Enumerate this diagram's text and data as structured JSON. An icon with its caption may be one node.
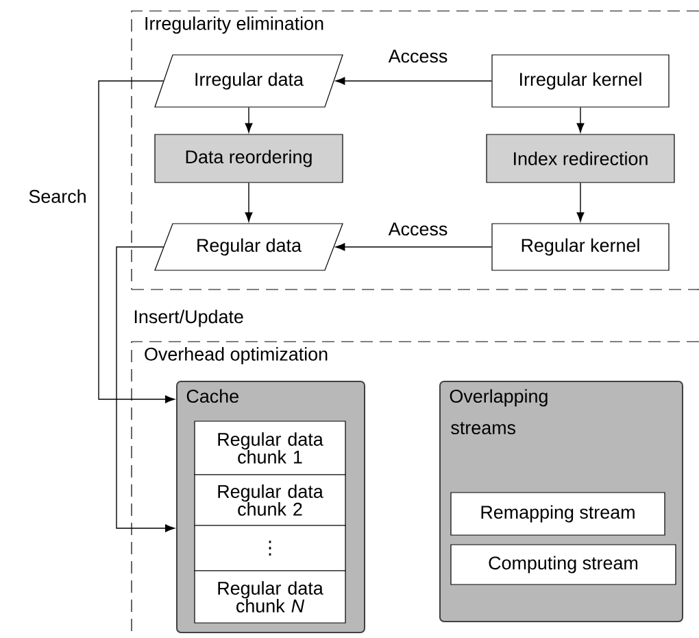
{
  "diagram": {
    "nodes": [
      {
        "text": [
          "Irregularity elimination"
        ]
      },
      {
        "text": [
          "Irregular data"
        ],
        "in": 0
      },
      {
        "text": [
          "Irregular kernel"
        ],
        "in": 0
      },
      {
        "text": [
          "Data reordering"
        ],
        "in": 0
      },
      {
        "text": [
          "Index redirection"
        ],
        "in": 0
      },
      {
        "text": [
          "Regular data"
        ],
        "in": 0
      },
      {
        "text": [
          "Regular kernel"
        ],
        "in": 0
      },
      {
        "text": [
          "Overhead optimization"
        ]
      },
      {
        "text": [
          "Cache"
        ],
        "in": 7
      },
      {
        "text": [
          "Regular data chunk 1"
        ],
        "in": 8
      },
      {
        "text": [
          "Regular data chunk 2"
        ],
        "in": 8
      },
      {
        "text": [
          "⋮"
        ],
        "in": 8
      },
      {
        "text": [
          "Regular data chunk *N*"
        ],
        "in": 8
      },
      {
        "text": [
          "Overlapping",
          "streams"
        ],
        "in": 7
      },
      {
        "text": [
          "Remapping stream"
        ],
        "in": 13
      },
      {
        "text": [
          "Computing stream"
        ],
        "in": 13
      }
    ],
    "edges": [
      {
        "from": 2,
        "to": 1,
        "arrow": "to",
        "label": "Access"
      },
      {
        "from": 1,
        "to": 3,
        "arrow": "to"
      },
      {
        "from": 3,
        "to": 5,
        "arrow": "to"
      },
      {
        "from": 2,
        "to": 4,
        "arrow": "to"
      },
      {
        "from": 4,
        "to": 6,
        "arrow": "to"
      },
      {
        "from": 6,
        "to": 5,
        "arrow": "to",
        "label": "Access"
      },
      {
        "from": 1,
        "to": 8,
        "arrow": "to",
        "label": "Search"
      },
      {
        "from": 5,
        "to": 8,
        "arrow": "to",
        "label": "Insert/Update"
      }
    ]
  }
}
